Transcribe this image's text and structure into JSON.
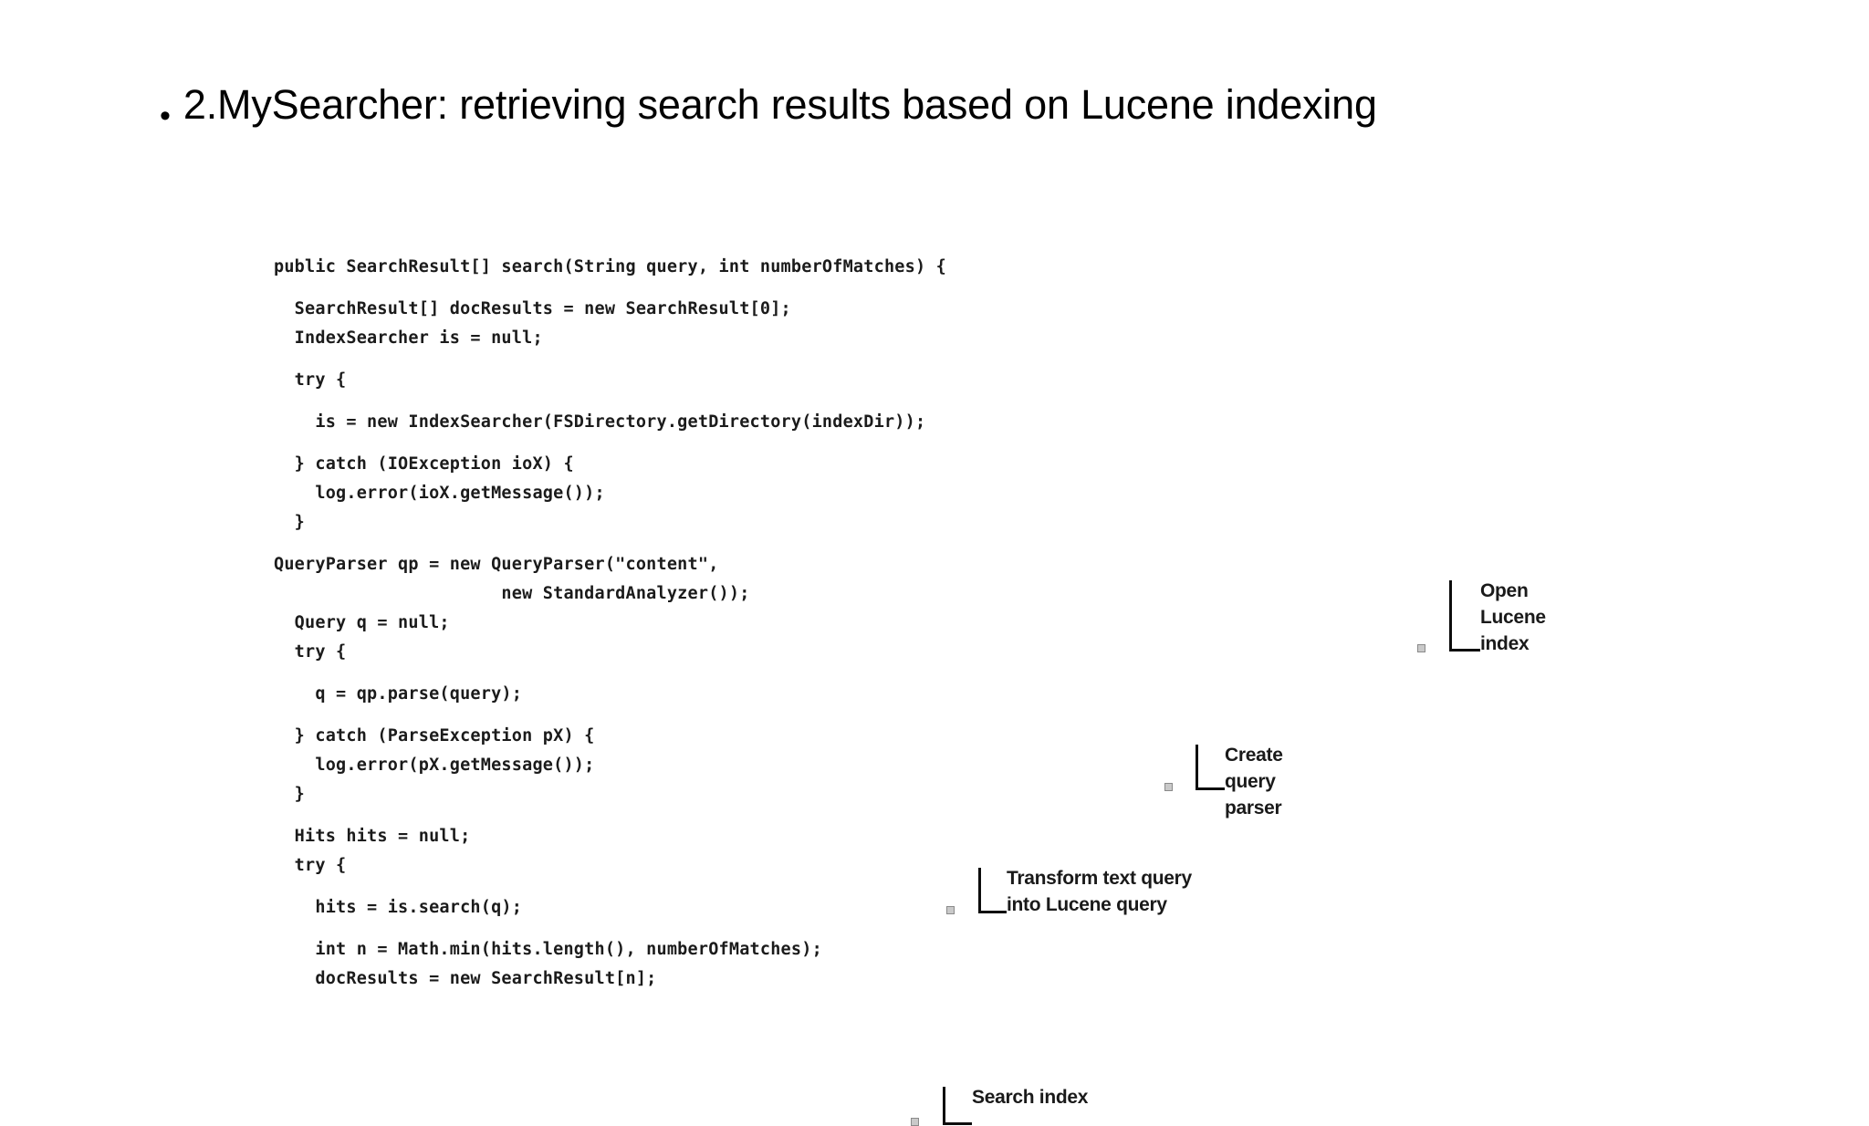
{
  "slide": {
    "bullet_glyph": "•",
    "title": "2.MySearcher: retrieving search results based on Lucene indexing"
  },
  "figure": {
    "code_lines": [
      "public SearchResult[] search(String query, int numberOfMatches) {",
      "",
      "  SearchResult[] docResults = new SearchResult[0];",
      "  IndexSearcher is = null;",
      "",
      "  try {",
      "",
      "    is = new IndexSearcher(FSDirectory.getDirectory(indexDir));",
      "",
      "  } catch (IOException ioX) {",
      "    log.error(ioX.getMessage());",
      "  }",
      "",
      "QueryParser qp = new QueryParser(\"content\",",
      "                      new StandardAnalyzer());",
      "  Query q = null;",
      "  try {",
      "",
      "    q = qp.parse(query);",
      "",
      "  } catch (ParseException pX) {",
      "    log.error(pX.getMessage());",
      "  }",
      "",
      "  Hits hits = null;",
      "  try {",
      "",
      "    hits = is.search(q);",
      "",
      "    int n = Math.min(hits.length(), numberOfMatches);",
      "    docResults = new SearchResult[n];"
    ],
    "annotations": [
      {
        "id": "open-lucene-index",
        "text": "Open\nLucene\nindex"
      },
      {
        "id": "create-query-parser",
        "text": "Create query\nparser"
      },
      {
        "id": "transform-query",
        "text": "Transform text query\ninto Lucene query"
      },
      {
        "id": "search-index",
        "text": "Search index"
      }
    ]
  },
  "colors": {
    "background": "#ffffff",
    "text": "#000000",
    "code_text": "#1b1b1b",
    "annotation_text": "#1a1a1a",
    "connector": "#0d0d0d"
  }
}
